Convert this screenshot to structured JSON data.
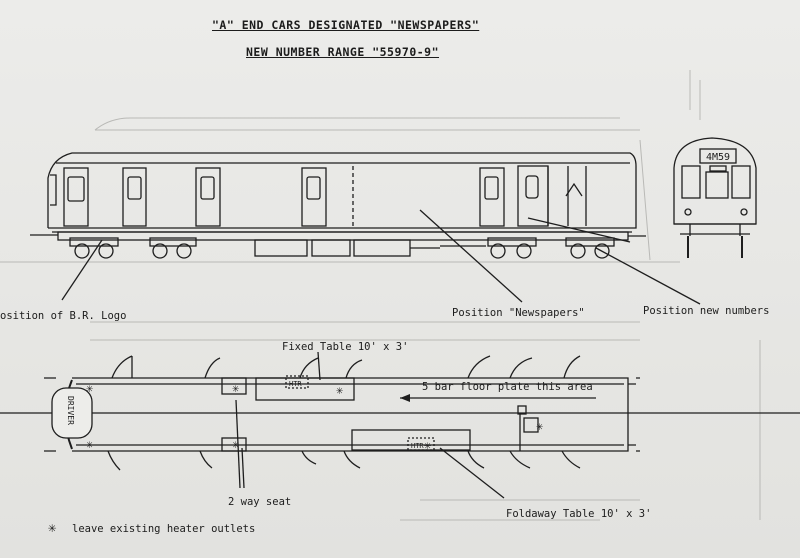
{
  "titles": {
    "line1": "\"A\" END CARS DESIGNATED \"NEWSPAPERS\"",
    "line2": "NEW NUMBER RANGE \"55970-9\""
  },
  "labels": {
    "br_logo": "osition of B.R. Logo",
    "position_newspapers": "Position \"Newspapers\"",
    "position_numbers": "Position new numbers",
    "fixed_table": "Fixed Table 10' x 3'",
    "floor_plate": "5 bar floor plate this area",
    "two_way_seat": "2 way seat",
    "foldaway_table": "Foldaway Table 10' x 3'",
    "legend": "leave existing heater outlets",
    "legend_symbol": "✳"
  },
  "drawing_text": {
    "headcode": "4M59",
    "driver": "DRIVER",
    "htr_top": "HTR",
    "htr_bottom": "HTR"
  },
  "colors": {
    "ink": "#1e1e1e",
    "paper": "#e9e9e6",
    "ghost": "#b9b9b6"
  }
}
